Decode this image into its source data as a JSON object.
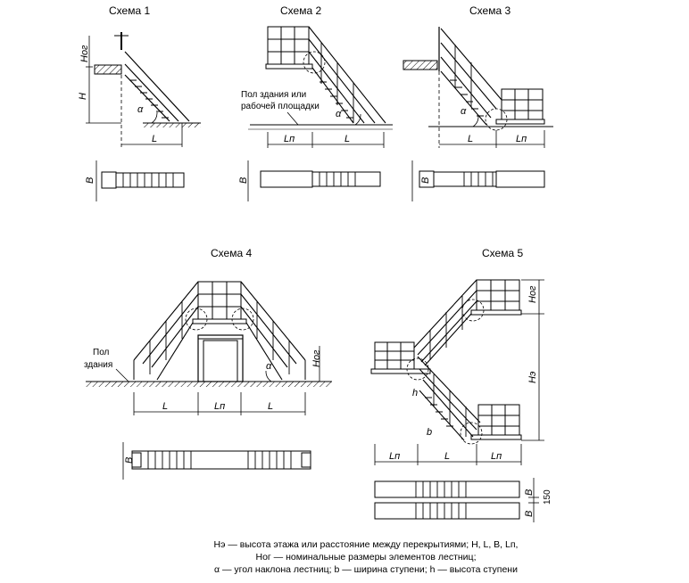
{
  "schemes": {
    "s1": "Схема 1",
    "s2": "Схема 2",
    "s3": "Схема 3",
    "s4": "Схема 4",
    "s5": "Схема 5"
  },
  "labels": {
    "H": "H",
    "Hog": "Hог",
    "He": "Hэ",
    "L": "L",
    "Ln": "Lп",
    "B": "B",
    "alpha": "α",
    "b": "b",
    "h": "h",
    "dim150": "150"
  },
  "notes": {
    "floor_or_platform_1": "Пол здания или",
    "floor_or_platform_2": "рабочей площадки",
    "floor_1": "Пол",
    "floor_2": "здания"
  },
  "legend": {
    "line1": "Hэ — высота этажа или расстояние между перекрытиями; H, L, B, Lп,",
    "line2": "Hог — номинальные размеры элементов лестниц;",
    "line3": "α — угол наклона лестниц; b — ширина ступени; h — высота ступени"
  }
}
